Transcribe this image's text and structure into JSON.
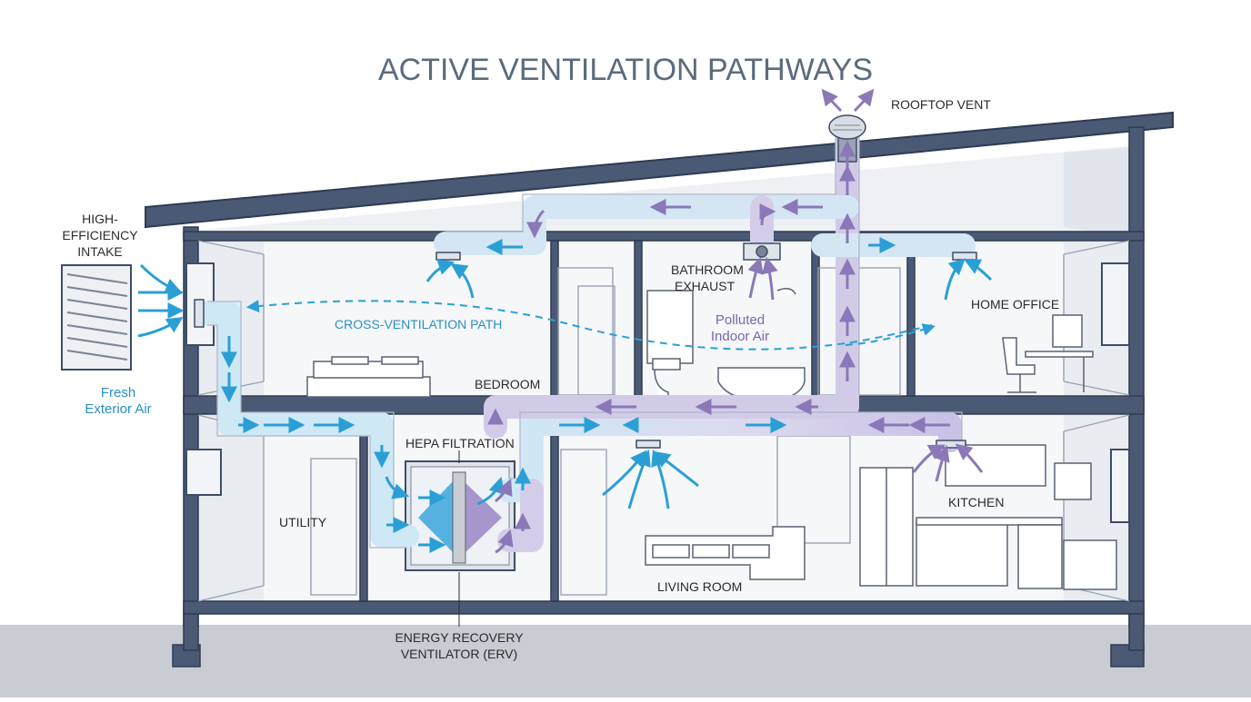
{
  "title": "ACTIVE VENTILATION PATHWAYS",
  "labels": {
    "rooftop_vent": "ROOFTOP VENT",
    "intake_line1": "HIGH-",
    "intake_line2": "EFFICIENCY",
    "intake_line3": "INTAKE",
    "fresh_line1": "Fresh",
    "fresh_line2": "Exterior Air",
    "cross_ventilation": "CROSS-VENTILATION PATH",
    "bath_line1": "BATHROOM",
    "bath_line2": "EXHAUST",
    "polluted_line1": "Polluted",
    "polluted_line2": "Indoor Air",
    "home_office": "HOME OFFICE",
    "bedroom": "BEDROOM",
    "hepa": "HEPA FILTRATION",
    "utility": "UTILITY",
    "kitchen": "KITCHEN",
    "living_room": "LIVING ROOM",
    "erv_line1": "ENERGY RECOVERY",
    "erv_line2": "VENTILATOR (ERV)"
  },
  "colors": {
    "title": "#5b6b7e",
    "structure": "#3d4d66",
    "fresh_air": "#2a9fd6",
    "exhaust_air": "#8a78b8",
    "label": "#2b2b2b",
    "fresh_label": "#2a8fc4",
    "polluted_label": "#7a68a8",
    "ground": "#c9ccd2"
  }
}
